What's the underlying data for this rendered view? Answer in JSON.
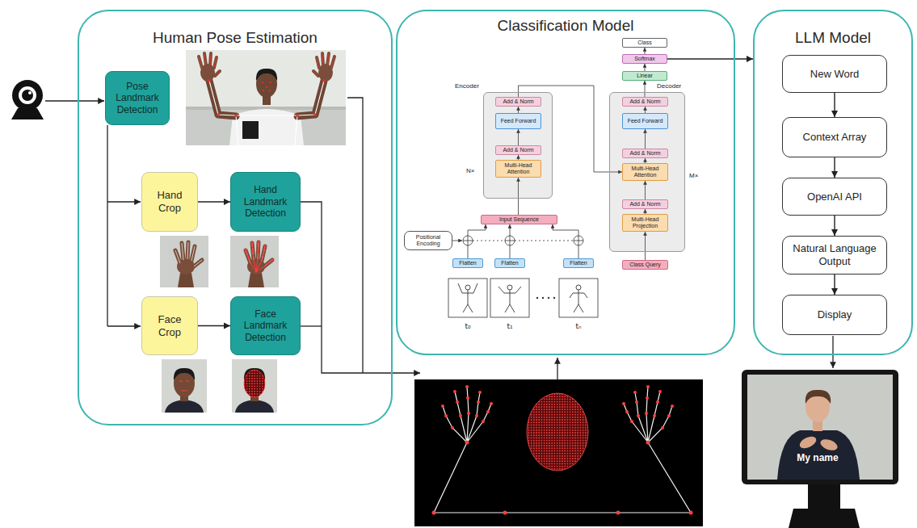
{
  "diagram": {
    "nodes": [
      {
        "text": [
          "Human Pose Estimation"
        ]
      },
      {
        "text": [
          "Pose Landmark Detection"
        ],
        "in": 0
      },
      {
        "text": [
          "Hand Crop"
        ],
        "in": 0
      },
      {
        "text": [
          "Hand Landmark Detection"
        ],
        "in": 0
      },
      {
        "text": [
          "Face Crop"
        ],
        "in": 0
      },
      {
        "text": [
          "Face Landmark Detection"
        ],
        "in": 0
      },
      {
        "text": [
          "Classification Model"
        ]
      },
      {
        "text": [
          "Class"
        ],
        "in": 6
      },
      {
        "text": [
          "Softmax"
        ],
        "in": 6
      },
      {
        "text": [
          "Linear"
        ],
        "in": 6
      },
      {
        "text": [
          "Encoder",
          "N×"
        ],
        "in": 6
      },
      {
        "text": [
          "Add & Norm"
        ],
        "in": 10
      },
      {
        "text": [
          "Feed Forward"
        ],
        "in": 10
      },
      {
        "text": [
          "Add & Norm"
        ],
        "in": 10
      },
      {
        "text": [
          "Multi-Head Attention"
        ],
        "in": 10
      },
      {
        "text": [
          "Decoder",
          "M×"
        ],
        "in": 6
      },
      {
        "text": [
          "Add & Norm"
        ],
        "in": 15
      },
      {
        "text": [
          "Feed Forward"
        ],
        "in": 15
      },
      {
        "text": [
          "Add & Norm"
        ],
        "in": 15
      },
      {
        "text": [
          "Multi-Head Attention"
        ],
        "in": 15
      },
      {
        "text": [
          "Add & Norm"
        ],
        "in": 15
      },
      {
        "text": [
          "Multi-Head Projection"
        ],
        "in": 15
      },
      {
        "text": [
          "Input Sequence"
        ],
        "in": 6
      },
      {
        "text": [
          "Positional Encoding"
        ],
        "in": 6
      },
      {
        "text": [
          "Flatten"
        ],
        "in": 6
      },
      {
        "text": [
          "Flatten"
        ],
        "in": 6
      },
      {
        "text": [
          "Flatten"
        ],
        "in": 6
      },
      {
        "text": [
          "Class Query"
        ],
        "in": 6
      },
      {
        "text": [
          "LLM Model"
        ]
      },
      {
        "text": [
          "New Word"
        ],
        "in": 28
      },
      {
        "text": [
          "Context Array"
        ],
        "in": 28
      },
      {
        "text": [
          "OpenAI API"
        ],
        "in": 28
      },
      {
        "text": [
          "Natural Language Output"
        ],
        "in": 28
      },
      {
        "text": [
          "Display"
        ],
        "in": 28
      }
    ],
    "edges": [
      {
        "from": 2,
        "to": 3,
        "arrow": "to"
      },
      {
        "from": 4,
        "to": 5,
        "arrow": "to"
      },
      {
        "from": 22,
        "to": 14,
        "arrow": "to"
      },
      {
        "from": 14,
        "to": 13,
        "arrow": "to"
      },
      {
        "from": 13,
        "to": 12,
        "arrow": "to"
      },
      {
        "from": 12,
        "to": 11,
        "arrow": "to"
      },
      {
        "from": 11,
        "to": 19,
        "arrow": "to"
      },
      {
        "from": 27,
        "to": 21,
        "arrow": "to"
      },
      {
        "from": 21,
        "to": 20,
        "arrow": "to"
      },
      {
        "from": 20,
        "to": 19,
        "arrow": "to"
      },
      {
        "from": 19,
        "to": 18,
        "arrow": "to"
      },
      {
        "from": 18,
        "to": 17,
        "arrow": "to"
      },
      {
        "from": 17,
        "to": 16,
        "arrow": "to"
      },
      {
        "from": 16,
        "to": 9,
        "arrow": "to"
      },
      {
        "from": 9,
        "to": 8,
        "arrow": "to"
      },
      {
        "from": 8,
        "to": 7,
        "arrow": "to"
      },
      {
        "from": 24,
        "to": 22,
        "arrow": "to"
      },
      {
        "from": 25,
        "to": 22,
        "arrow": "to"
      },
      {
        "from": 26,
        "to": 22,
        "arrow": "to"
      },
      {
        "from": 8,
        "to": 28,
        "arrow": "to"
      },
      {
        "from": 29,
        "to": 30,
        "arrow": "to"
      },
      {
        "from": 30,
        "to": 31,
        "arrow": "to"
      },
      {
        "from": 31,
        "to": 32,
        "arrow": "to"
      },
      {
        "from": 32,
        "to": 33,
        "arrow": "to"
      }
    ],
    "labels": [
      "t₀",
      "t₁",
      "tₙ",
      "My name"
    ]
  }
}
